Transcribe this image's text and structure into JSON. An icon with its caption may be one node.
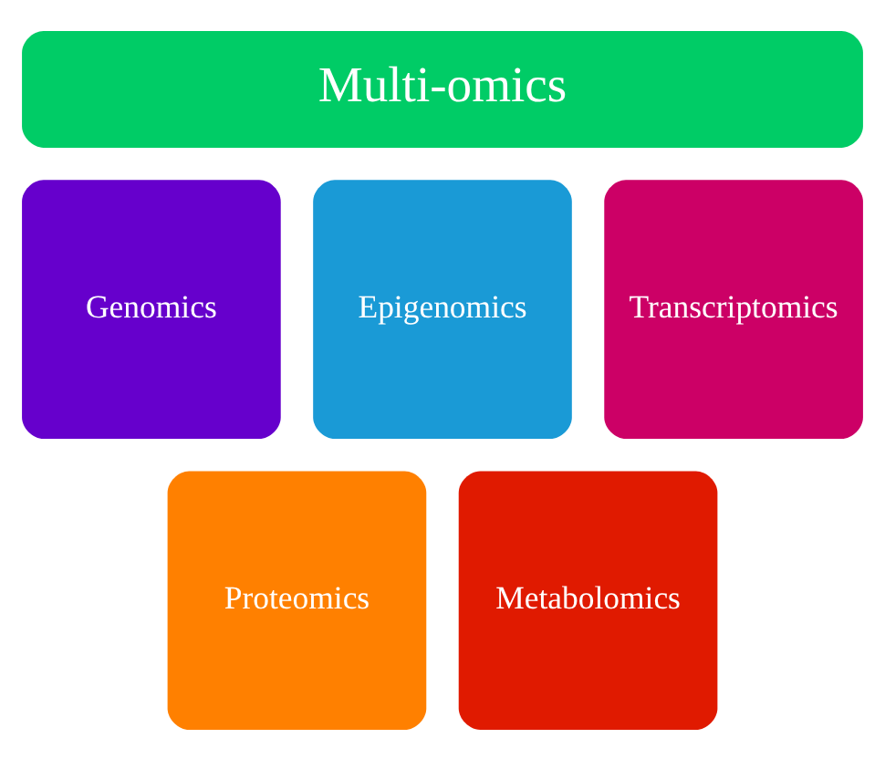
{
  "diagram": {
    "nodes": [
      {
        "text": [
          "Multi-omics"
        ]
      },
      {
        "text": [
          "Genomics"
        ]
      },
      {
        "text": [
          "Epigenomics"
        ]
      },
      {
        "text": [
          "Transcriptomics"
        ]
      },
      {
        "text": [
          "Proteomics"
        ]
      },
      {
        "text": [
          "Metabolomics"
        ]
      }
    ]
  }
}
